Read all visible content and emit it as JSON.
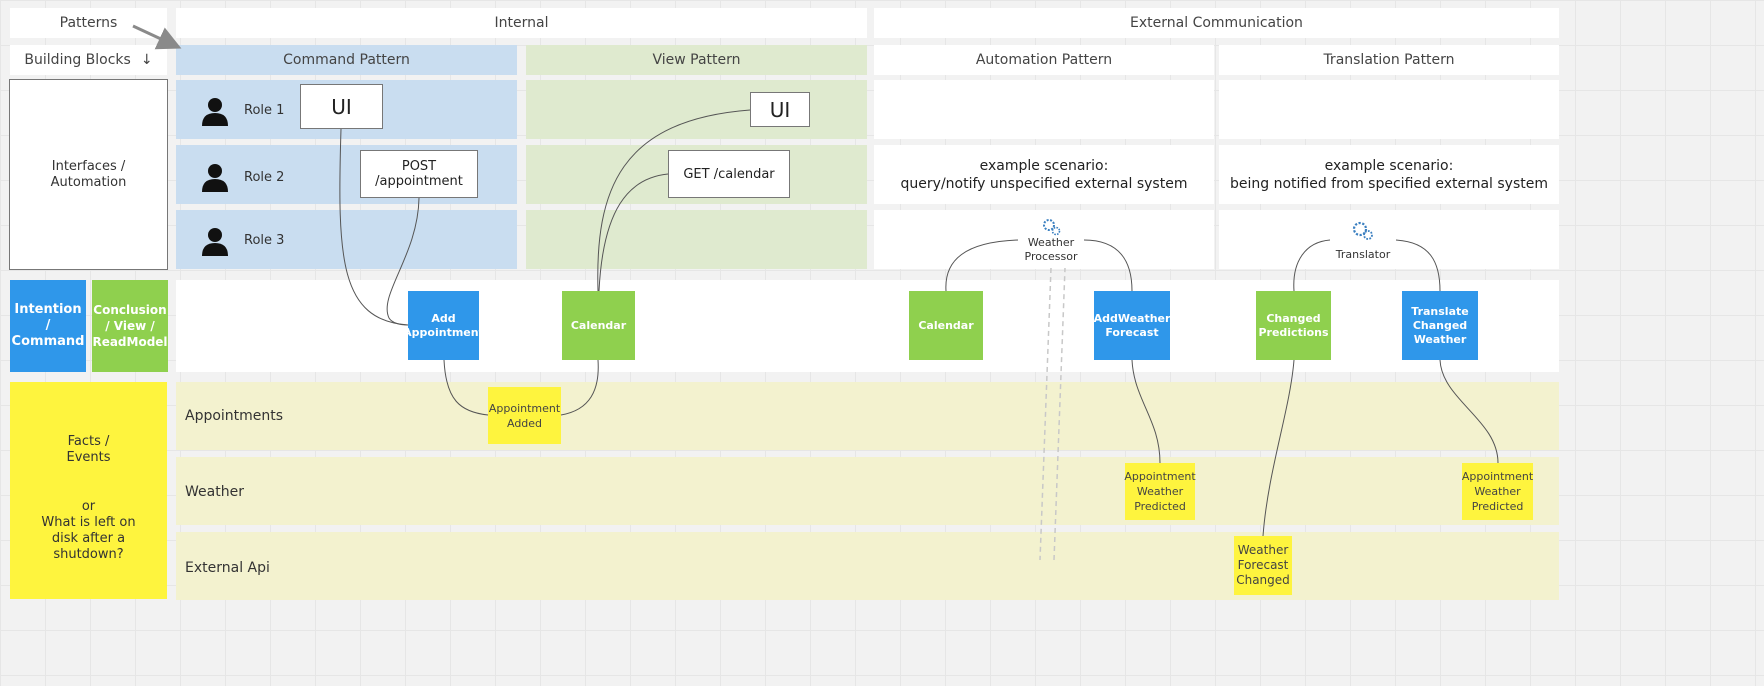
{
  "header": {
    "patterns": "Patterns",
    "building_blocks": "Building Blocks",
    "building_blocks_arrow": "↓",
    "internal": "Internal",
    "external": "External Communication"
  },
  "patterns": {
    "command": "Command Pattern",
    "view": "View Pattern",
    "automation": "Automation Pattern",
    "translation": "Translation Pattern"
  },
  "left": {
    "interfaces": "Interfaces / Automation",
    "intention": "Intention / Command",
    "conclusion": "Conclusion / View / ReadModel",
    "facts_line1": "Facts /",
    "facts_line2": "Events",
    "facts_or": "or",
    "facts_question": "What is left on disk after a shutdown?"
  },
  "roles": [
    "Role 1",
    "Role 2",
    "Role 3"
  ],
  "ui_boxes": {
    "command_ui": "UI",
    "view_ui": "UI",
    "post": "POST /appointment",
    "get": "GET /calendar"
  },
  "scenarios": {
    "automation_line1": "example scenario:",
    "automation_line2": "query/notify unspecified external system",
    "translation_line1": "example scenario:",
    "translation_line2": "being notified from specified external system"
  },
  "processors": {
    "weather_processor": "Weather Processor",
    "translator": "Translator"
  },
  "commands": {
    "add_appointment": "Add Appointment",
    "add_weather_forecast": "AddWeather Forecast",
    "translate": "Translate Changed Weather"
  },
  "views": {
    "calendar1": "Calendar",
    "calendar2": "Calendar",
    "changed_predictions": "Changed Predictions"
  },
  "lanes": {
    "appointments": "Appointments",
    "weather": "Weather",
    "external_api": "External Api"
  },
  "events": {
    "appointment_added": "Appointment Added",
    "weather_predicted_1": "Appointment Weather Predicted",
    "weather_predicted_2": "Appointment Weather Predicted",
    "weather_forecast_changed": "Weather Forecast Changed"
  },
  "colors": {
    "command_blue": "#2f97ea",
    "view_green": "#8fd04e",
    "event_yellow": "#fef43e",
    "command_lane": "#c9ddf0",
    "view_lane": "#dfeacf"
  }
}
